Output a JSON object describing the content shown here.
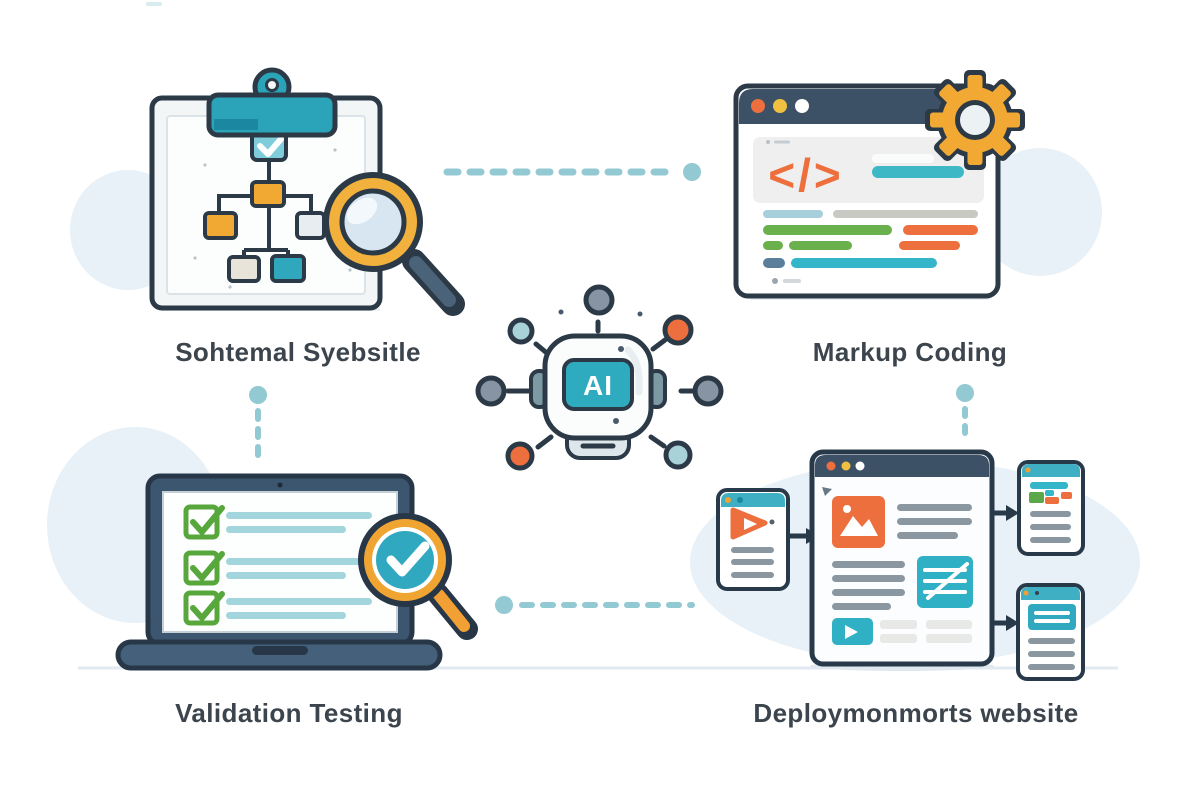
{
  "center": {
    "ai_label": "AI"
  },
  "steps": [
    {
      "name": "website-analysis",
      "label": "Sohtemal Syebsitle"
    },
    {
      "name": "markup-coding",
      "label": "Markup Coding",
      "code_symbol": "</>"
    },
    {
      "name": "validation-testing",
      "label": "Validation Testing"
    },
    {
      "name": "deployment",
      "label": "Deploymonmorts website"
    }
  ],
  "palette": {
    "teal": "#2fa8c0",
    "teal_light": "#a3d5dc",
    "orange": "#ee6f3e",
    "amber": "#f2a933",
    "navy_outline": "#2c3a47",
    "slate_header": "#3d5166",
    "green": "#58a73c",
    "gray_bar": "#8a97a0",
    "connector": "#93c9d3",
    "blob": "#e7f1f7",
    "label_text": "#3c454d"
  },
  "connectors": {
    "style": "dashed",
    "color": "#93c9d3"
  },
  "icons": {
    "clipboard": "clipboard-flowchart",
    "magnifier": "magnifying-glass",
    "gear": "gear",
    "code": "angle-brackets",
    "robot": "ai-robot-head",
    "laptop": "laptop-checklist",
    "check": "checkmark",
    "play": "play-triangle",
    "arrow": "right-arrow"
  }
}
